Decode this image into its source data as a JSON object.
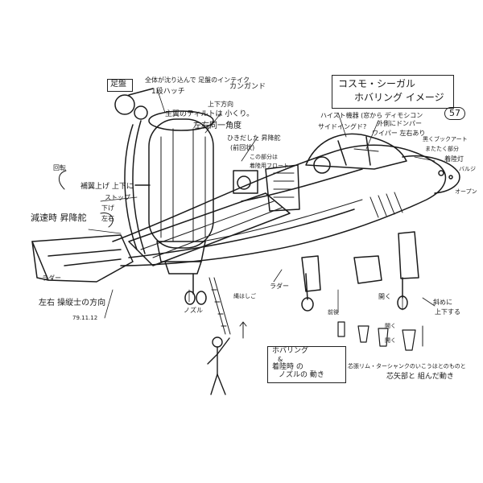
{
  "sketch": {
    "title_box": {
      "line1": "コスモ・シーガル",
      "line2": "ホバリング イメージ"
    },
    "page_number": "57",
    "annotations": {
      "top_label": "足盤",
      "top_note_a": "全体が沈り込んで 足盤のインテイク",
      "top_note_b": "1段ハッチ",
      "top_note_c": "カンガンド",
      "upper_a": "上下方向",
      "upper_b": "主翼のティルトは 小くり。",
      "upper_c": "左右同一角度",
      "middle_a": "ひきだした 昇降舵",
      "middle_b": "(前回状)",
      "middle_c": "この部分は",
      "middle_d": "着陸用フロート",
      "left_a": "回転",
      "left_b": "補翼上げ 上下に",
      "left_c": "ストップ",
      "left_d": "減速時 昇降舵",
      "left_e": "下げ",
      "left_f": "左右",
      "left_g": "ラダー",
      "bottom_left": "左右 操縦士の方向",
      "bottom_date": "79.11.12",
      "nozzle": "ノズル",
      "rudder": "ラダー",
      "right_a": "ハイスト機器 (窓から ディモシコン",
      "right_b": "外側にドンパー",
      "right_c": "サイドイングド?",
      "right_d": "ワイパー 左右あり",
      "right_e": "黒くブックアート",
      "right_f": "またたく部分",
      "right_g": "着陸灯",
      "right_h": "バルジ",
      "right_i": "オープン",
      "gear_a": "前後",
      "gear_b": "開く",
      "gear_c": "斜めに",
      "gear_d": "上下する",
      "gear_e": "開く",
      "gear_f": "開く",
      "rope": "縄はしご",
      "bottom_note_1": "ホバリング",
      "bottom_note_2": "&",
      "bottom_note_3": "着陸時 の",
      "bottom_note_4": "ノズルの 動き",
      "bottom_note_5": "芯張リム・ターシャンクのいこうはとのものと",
      "bottom_note_6": "芯矢部と 組んだ動き"
    }
  }
}
